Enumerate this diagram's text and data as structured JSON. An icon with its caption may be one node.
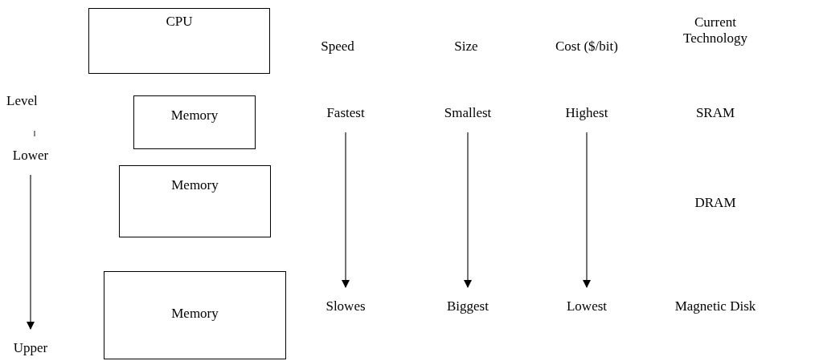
{
  "diagram": {
    "nodes": [
      {
        "text": [
          "CPU"
        ]
      },
      {
        "text": [
          "Memory"
        ]
      },
      {
        "text": [
          "Memory"
        ]
      },
      {
        "text": [
          "Memory"
        ]
      },
      {
        "text": [
          "Lower"
        ]
      },
      {
        "text": [
          "Upper"
        ]
      },
      {
        "text": [
          "Fastest"
        ]
      },
      {
        "text": [
          "Slowes"
        ]
      },
      {
        "text": [
          "Smallest"
        ]
      },
      {
        "text": [
          "Biggest"
        ]
      },
      {
        "text": [
          "Highest"
        ]
      },
      {
        "text": [
          "Lowest"
        ]
      }
    ],
    "edges": [
      {
        "from": 4,
        "to": 5,
        "arrow": "to"
      },
      {
        "from": 6,
        "to": 7,
        "arrow": "to"
      },
      {
        "from": 8,
        "to": 9,
        "arrow": "to"
      },
      {
        "from": 10,
        "to": 11,
        "arrow": "to"
      }
    ],
    "labels": [
      "Speed",
      "Size",
      "Cost ($/bit)",
      "Current Technology",
      "Level",
      "SRAM",
      "DRAM",
      "Magnetic Disk"
    ]
  }
}
